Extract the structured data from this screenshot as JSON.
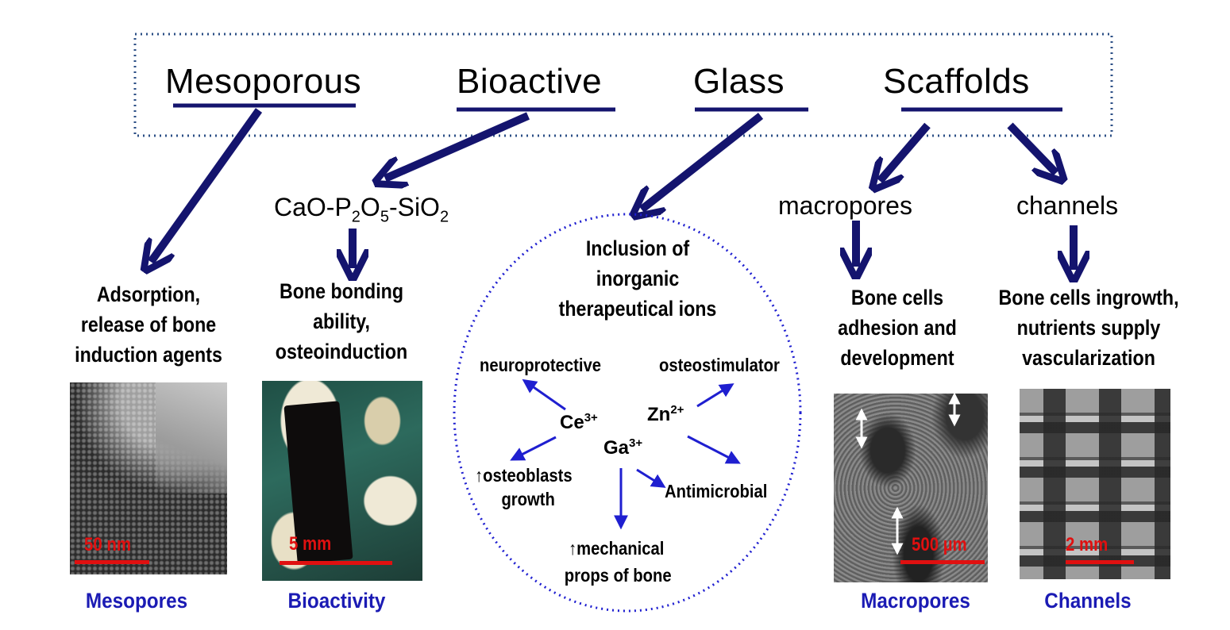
{
  "title": {
    "words": [
      "Mesoporous",
      "Bioactive",
      "Glass",
      "Scaffolds"
    ]
  },
  "formula": {
    "prefix": "CaO-P",
    "p_sub": "2",
    "mid": "O",
    "o_sub": "5",
    "suffix": "-SiO",
    "si_sub": "2"
  },
  "second_level": {
    "macropores": "macropores",
    "channels": "channels"
  },
  "descriptions": {
    "mesoporous": [
      "Adsorption,",
      "release of bone",
      "induction agents"
    ],
    "bioactive": [
      "Bone bonding",
      "ability,",
      "osteoinduction"
    ],
    "macropores": [
      "Bone cells",
      "adhesion and",
      "development"
    ],
    "channels": [
      "Bone cells ingrowth,",
      "nutrients supply",
      "vascularization"
    ]
  },
  "ions_panel": {
    "heading": [
      "Inclusion of",
      "inorganic",
      "therapeutical ions"
    ],
    "ions": {
      "ce": {
        "symbol": "Ce",
        "charge": "3+"
      },
      "zn": {
        "symbol": "Zn",
        "charge": "2+"
      },
      "ga": {
        "symbol": "Ga",
        "charge": "3+"
      }
    },
    "effects": {
      "neuroprotective": "neuroprotective",
      "osteostimulator": "osteostimulator",
      "osteoblasts": [
        "↑osteoblasts",
        "growth"
      ],
      "antimicrobial": "Antimicrobial",
      "mechanical": [
        "↑mechanical",
        "props of bone"
      ]
    }
  },
  "images": {
    "mesopores": {
      "scale": "50 nm",
      "caption": "Mesopores"
    },
    "bioactivity": {
      "scale": "5 mm",
      "caption": "Bioactivity"
    },
    "macropores": {
      "scale": "500 µm",
      "caption": "Macropores"
    },
    "channels": {
      "scale": "2 mm",
      "caption": "Channels"
    }
  },
  "colors": {
    "arrow_navy": "#14146e",
    "arrow_blue": "#1f1fd0",
    "caption_blue": "#1b1bb4",
    "scale_red": "#e01010",
    "dotted_border": "#2c4f86"
  }
}
